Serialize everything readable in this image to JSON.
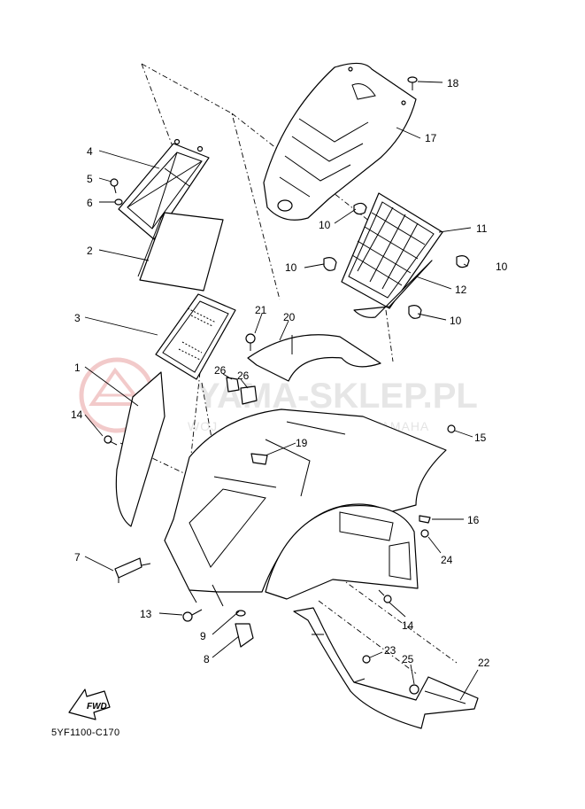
{
  "watermark": {
    "brand": "YAMA-SKLEP.PL",
    "tagline": "WOJ ... NIEZ ... WICZ ... ER YAMAHA"
  },
  "figure_code": "5YF1100-C170",
  "fwd_label": "FWD",
  "callouts": [
    "1",
    "2",
    "3",
    "4",
    "5",
    "6",
    "7",
    "8",
    "9",
    "10",
    "10",
    "10",
    "10",
    "11",
    "12",
    "13",
    "14",
    "14",
    "15",
    "16",
    "17",
    "18",
    "19",
    "20",
    "21",
    "22",
    "23",
    "24",
    "25",
    "26",
    "26"
  ],
  "colors": {
    "ink": "#000000",
    "watermark_red": "#e8a0a0",
    "watermark_grey": "#e6e6e6"
  }
}
